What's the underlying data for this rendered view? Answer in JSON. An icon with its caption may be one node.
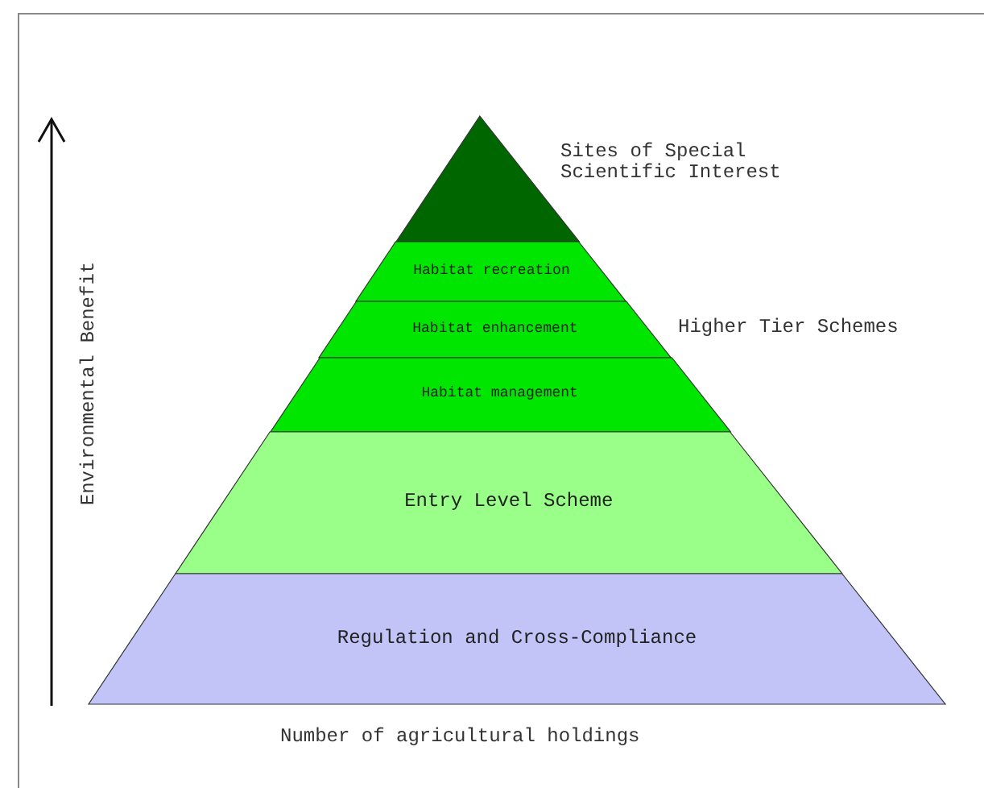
{
  "diagram": {
    "nodes": [
      {
        "text": [],
        "shape": "triangle",
        "beside": [
          "Sites of Special Scientific Interest"
        ]
      },
      {
        "text": [
          "Habitat recreation"
        ]
      },
      {
        "text": [
          "Habitat enhancement"
        ]
      },
      {
        "text": [
          "Habitat management"
        ]
      },
      {
        "text": [
          "Entry Level Scheme"
        ]
      },
      {
        "text": [
          "Regulation and Cross-Compliance"
        ]
      }
    ],
    "labels": [
      "Environmental Benefit",
      "Higher Tier Schemes",
      "Number of agricultural holdings"
    ]
  }
}
